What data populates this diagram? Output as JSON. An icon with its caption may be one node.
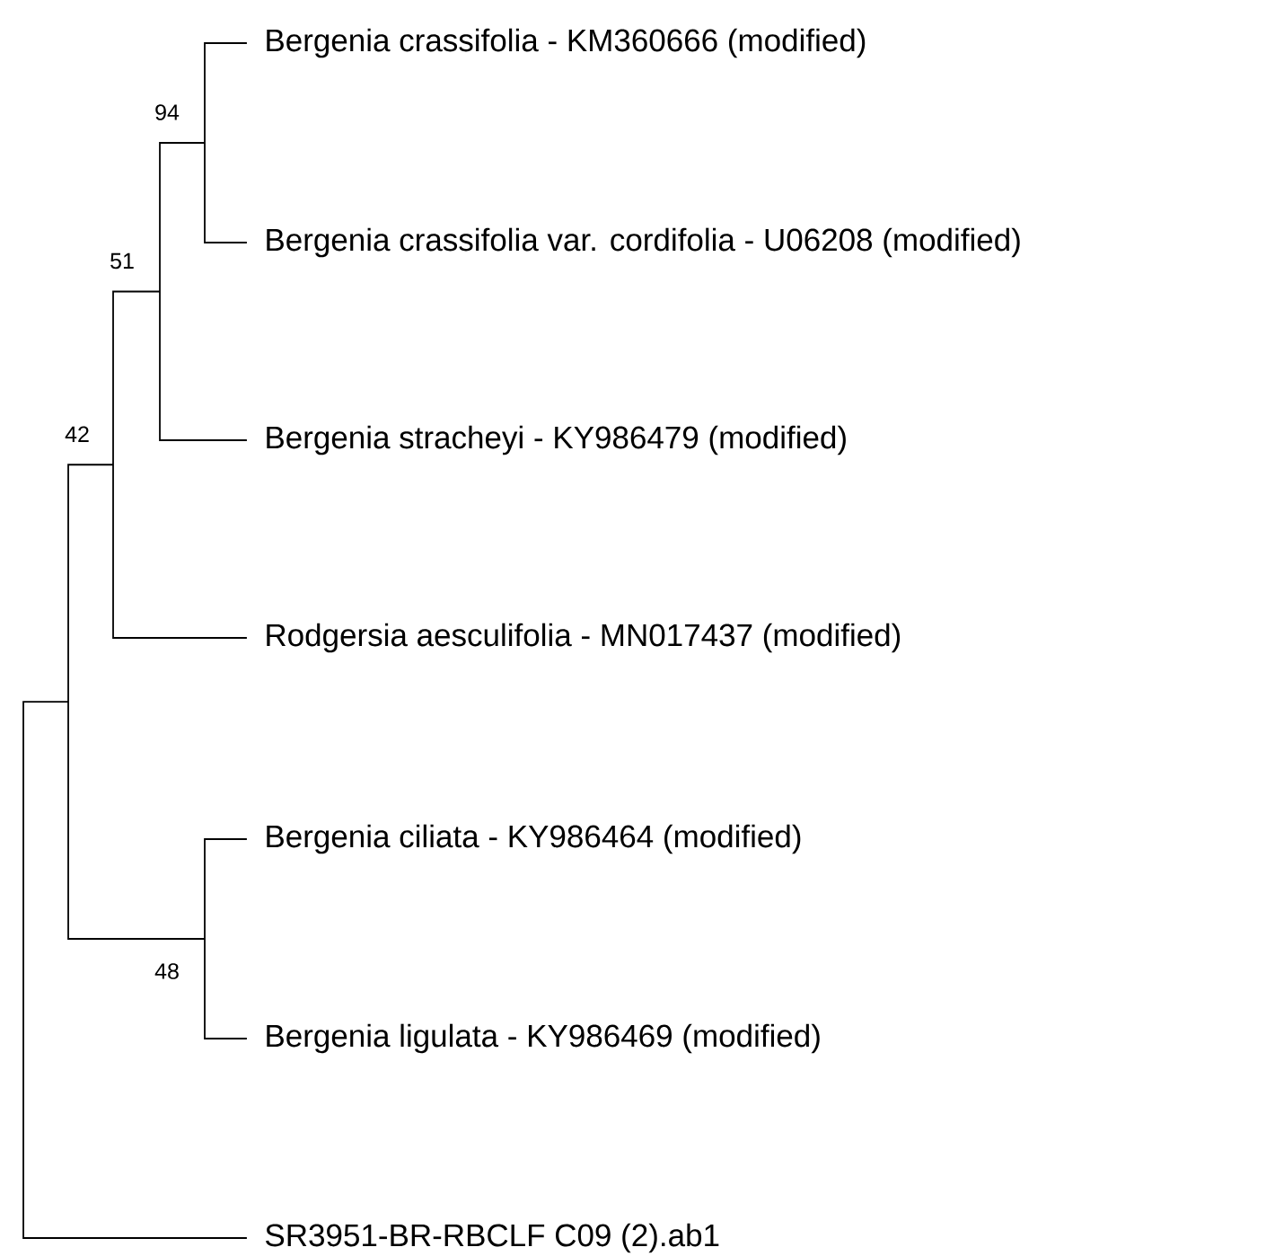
{
  "diagram": {
    "nodes": [
      {
        "text": [
          "Bergenia crassifolia - KM360666 (modified)"
        ]
      },
      {
        "text": [
          "Bergenia crassifolia var. cordifolia - U06208 (modified)"
        ]
      },
      {
        "text": [
          "Bergenia stracheyi - KY986479 (modified)"
        ]
      },
      {
        "text": [
          "Rodgersia aesculifolia - MN017437 (modified)"
        ]
      },
      {
        "text": [
          "Bergenia ciliata - KY986464 (modified)"
        ]
      },
      {
        "text": [
          "Bergenia ligulata - KY986469 (modified)"
        ]
      },
      {
        "text": [
          "SR3951-BR-RBCLF C09 (2).ab1"
        ]
      }
    ],
    "labels": [
      "94",
      "51",
      "42",
      "48"
    ]
  }
}
